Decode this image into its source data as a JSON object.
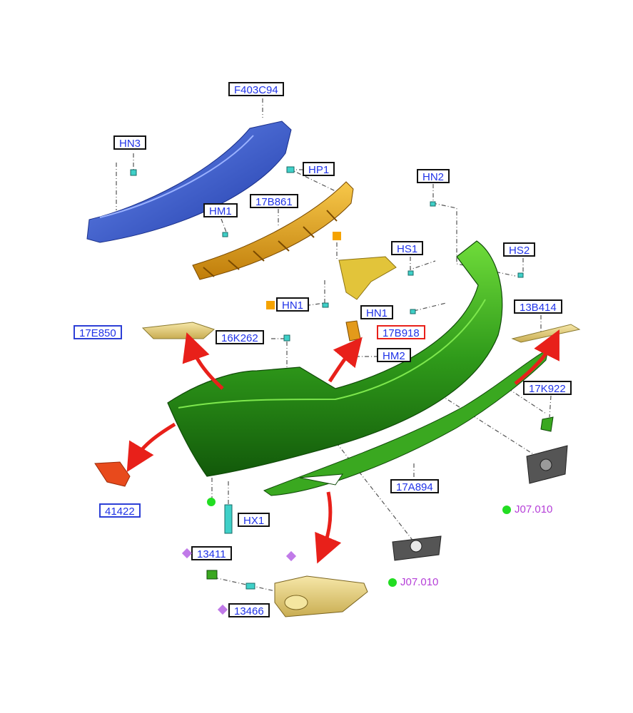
{
  "colors": {
    "bumper": "#2f9a1a",
    "beam": "#3a5bd8",
    "absorber": "#e3a51b",
    "bracket": "#e8d16a",
    "reflector": "#e84a1c",
    "sensor": "#555555",
    "arrow": "#e8201a",
    "label_text": "#2033e8",
    "ref_text": "#b53fd8"
  },
  "callouts": {
    "f403c94": "F403C94",
    "hn3": "HN3",
    "hp1": "HP1",
    "hm1": "HM1",
    "p17b861": "17B861",
    "hn2": "HN2",
    "hs1": "HS1",
    "hs2": "HS2",
    "hn1_left": "HN1",
    "hn1_right": "HN1",
    "p13b414": "13B414",
    "p17e850": "17E850",
    "p16k262": "16K262",
    "p17b918": "17B918",
    "hm2": "HM2",
    "p17k922": "17K922",
    "p17a894": "17A894",
    "p41422": "41422",
    "hx1": "HX1",
    "p13411": "13411",
    "p13466": "13466"
  },
  "references": {
    "j07_right": "J07.010",
    "j07_bottom": "J07.010"
  }
}
